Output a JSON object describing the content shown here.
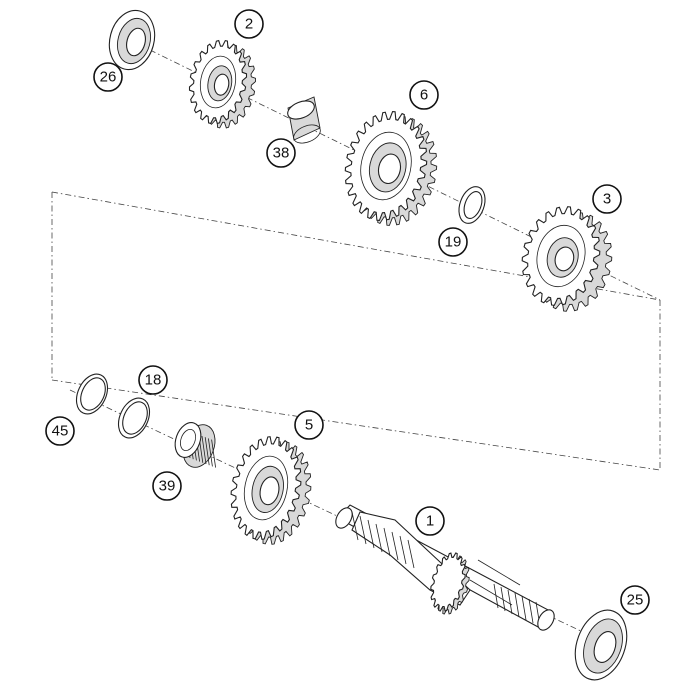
{
  "callouts": [
    {
      "id": "26",
      "text": "26"
    },
    {
      "id": "2",
      "text": "2"
    },
    {
      "id": "38",
      "text": "38"
    },
    {
      "id": "6",
      "text": "6"
    },
    {
      "id": "19",
      "text": "19"
    },
    {
      "id": "3",
      "text": "3"
    },
    {
      "id": "18",
      "text": "18"
    },
    {
      "id": "45",
      "text": "45"
    },
    {
      "id": "39",
      "text": "39"
    },
    {
      "id": "5",
      "text": "5"
    },
    {
      "id": "1",
      "text": "1"
    },
    {
      "id": "25",
      "text": "25"
    }
  ],
  "colors": {
    "line": "#222222",
    "shade": "#d9d9d9",
    "background": "#ffffff"
  }
}
